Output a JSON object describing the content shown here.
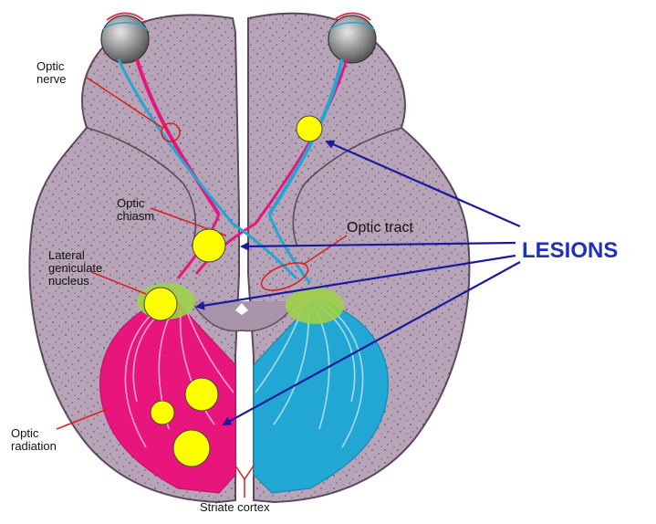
{
  "labels": {
    "optic_nerve_1": "Optic",
    "optic_nerve_2": "nerve",
    "optic_chiasm_1": "Optic",
    "optic_chiasm_2": "chiasm",
    "optic_tract": "Optic tract",
    "lgn_1": "Lateral",
    "lgn_2": "geniculate",
    "lgn_3": "nucleus",
    "optic_radiation_1": "Optic",
    "optic_radiation_2": "radiation",
    "striate_cortex": "Striate cortex",
    "lesions": "LESIONS"
  },
  "colors": {
    "brain_fill": "#b8a4b8",
    "brain_stroke": "#5a4a5a",
    "left_pathway": "#e8167c",
    "right_pathway": "#22a7d4",
    "lgn": "#9ed24a",
    "lesion_fill": "#ffff00",
    "arrow": "#1a1a9c",
    "leader": "#d91f1f"
  }
}
